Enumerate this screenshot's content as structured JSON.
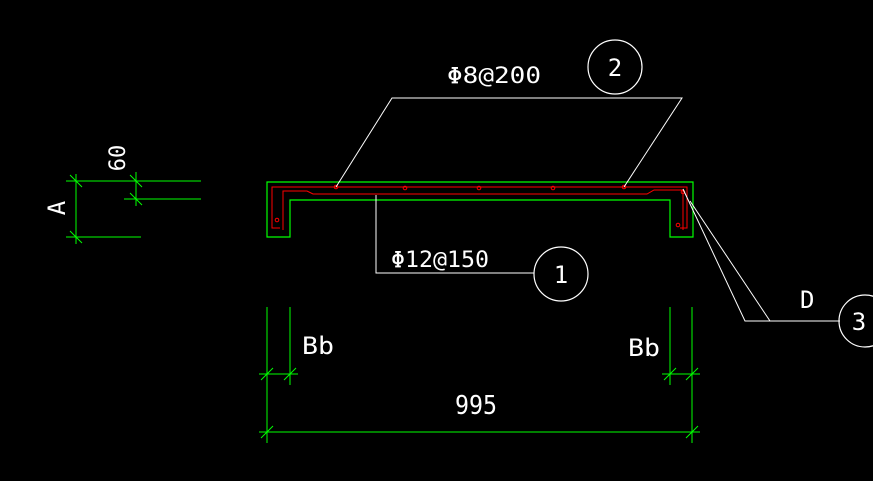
{
  "colors": {
    "background": "#000000",
    "outline": "#00ff00",
    "rebar": "#ff0000",
    "leader": "#ffffff",
    "text": "#ffffff"
  },
  "labels": {
    "top_rebar_spec": "Φ8@200",
    "bottom_rebar_spec": "Φ12@150",
    "callout_1": "1",
    "callout_2": "2",
    "callout_3": "3",
    "dim_thickness": "60",
    "dim_height": "A",
    "dim_left_bb": "Bb",
    "dim_right_bb": "Bb",
    "dim_width": "995",
    "dim_d": "D"
  }
}
